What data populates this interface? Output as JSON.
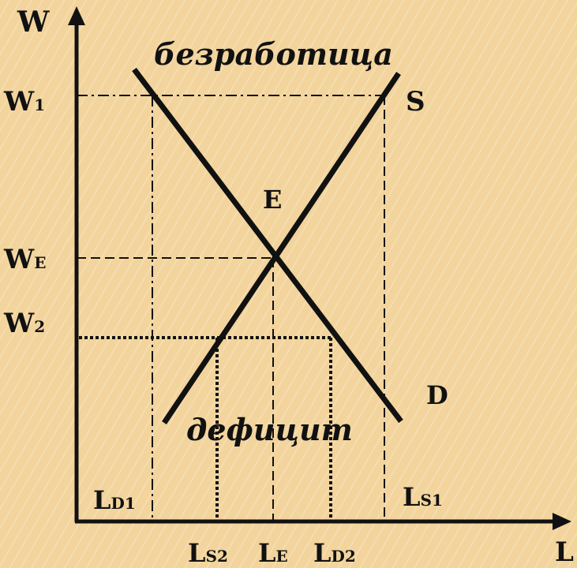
{
  "labels": {
    "y_axis": "W",
    "x_axis": "L",
    "w1": {
      "main": "W",
      "sub": "1"
    },
    "we": {
      "main": "W",
      "sub": "E"
    },
    "w2": {
      "main": "W",
      "sub": "2"
    },
    "supply": "S",
    "demand": "D",
    "equilibrium": "E",
    "unemployment": "безработица",
    "deficit": "дефицит",
    "ld1": {
      "main": "L",
      "sub": "D1"
    },
    "ls1": {
      "main": "L",
      "sub": "S1"
    },
    "ls2": {
      "main": "L",
      "sub": "S2"
    },
    "le": {
      "main": "L",
      "sub": "E"
    },
    "ld2": {
      "main": "L",
      "sub": "D2"
    }
  },
  "colors": {
    "background": "#f2d49c",
    "ink": "#111111"
  }
}
